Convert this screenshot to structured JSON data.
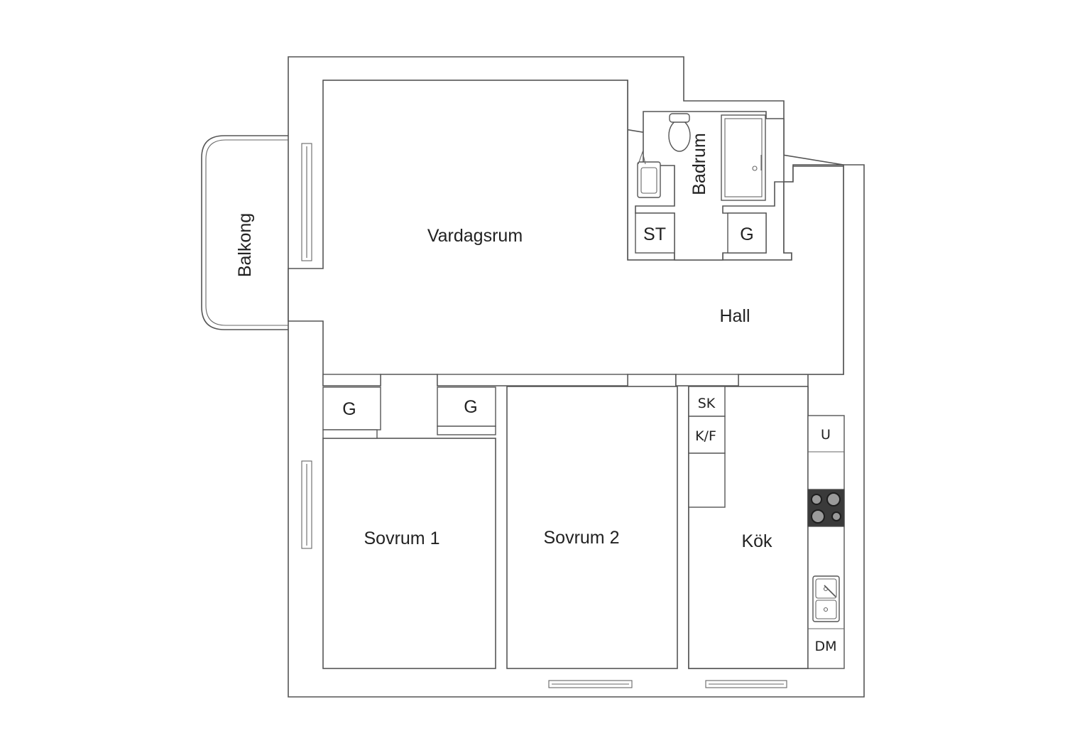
{
  "plan": {
    "rooms": {
      "living": "Vardagsrum",
      "balcony": "Balkong",
      "bathroom": "Badrum",
      "hall": "Hall",
      "bedroom1": "Sovrum 1",
      "bedroom2": "Sovrum 2",
      "kitchen": "Kök"
    },
    "fixtures": {
      "laundry": "ST",
      "closet_bath": "G",
      "closet_left": "G",
      "closet_mid": "G",
      "freezer": "SK",
      "fridge_freezer": "K/F",
      "oven": "U",
      "dishwasher": "DM"
    }
  }
}
